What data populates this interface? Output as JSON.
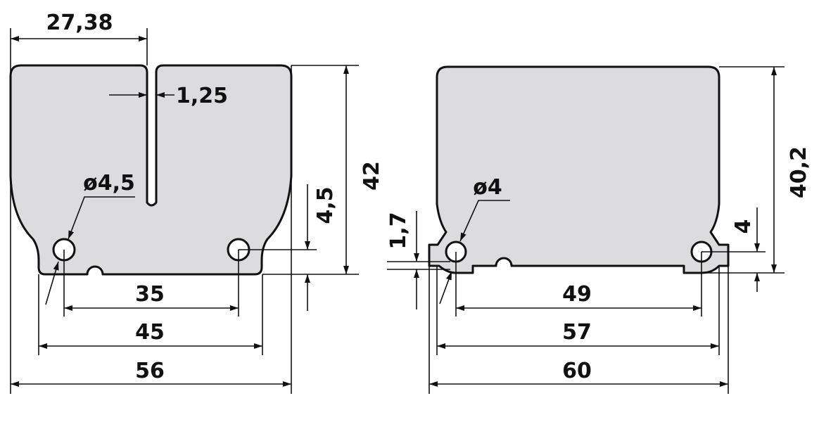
{
  "left_part": {
    "width_top_half": "27,38",
    "slot_width": "1,25",
    "hole_diameter": "ø4,5",
    "hole_offset": "4,5",
    "height": "42",
    "hole_spacing": "35",
    "bottom_width": "45",
    "overall_width": "56"
  },
  "right_part": {
    "tab_height": "1,7",
    "hole_diameter": "ø4",
    "hole_offset": "4",
    "height": "40,2",
    "hole_spacing": "49",
    "body_width": "57",
    "overall_width": "60"
  },
  "colors": {
    "part_fill": "#dcdcde",
    "line": "#111111"
  }
}
